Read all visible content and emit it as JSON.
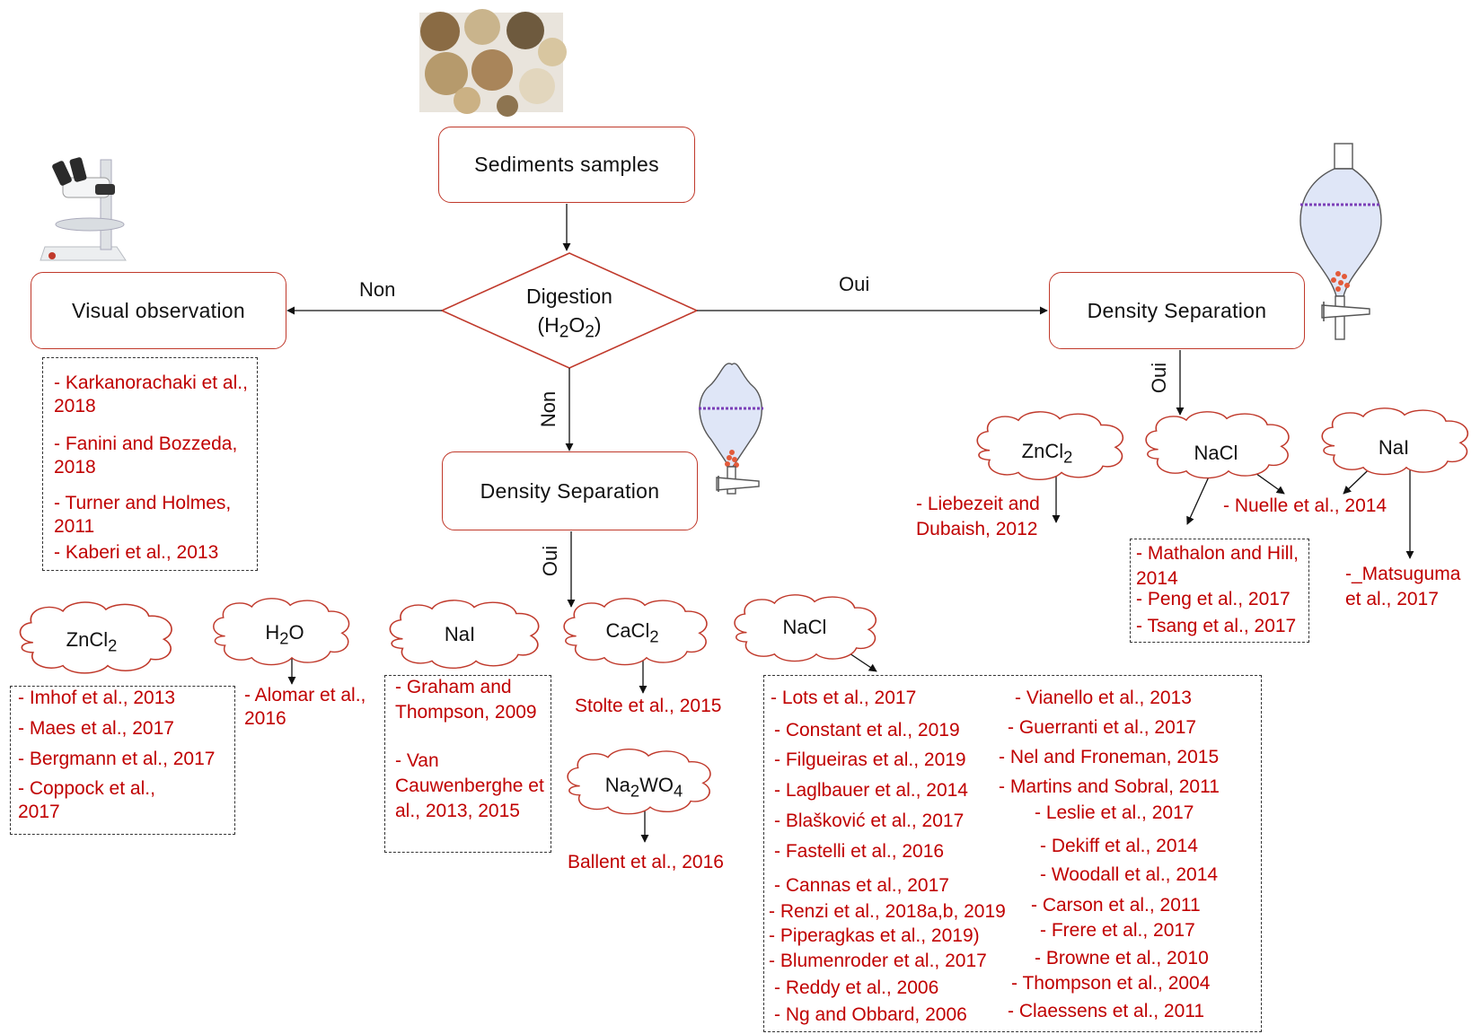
{
  "nodes": {
    "sediments": "Sediments samples",
    "visual": "Visual observation",
    "density_mid": "Density Separation",
    "density_right": "Density Separation",
    "digestion_line1": "Digestion",
    "digestion_line2_pre": "(H",
    "digestion_line2_sub1": "2",
    "digestion_line2_mid": "O",
    "digestion_line2_sub2": "2",
    "digestion_line2_post": ")"
  },
  "edges": {
    "left_non": "Non",
    "right_oui": "Oui",
    "down_non": "Non",
    "mid_oui": "Oui",
    "right_down_oui": "Oui"
  },
  "clouds": {
    "zncl2_left": {
      "pre": "ZnCl",
      "sub": "2"
    },
    "h2o": {
      "pre": "H",
      "sub": "2",
      "post": "O"
    },
    "nai_mid": "NaI",
    "cacl2": {
      "pre": "CaCl",
      "sub": "2"
    },
    "nacl_mid": "NaCl",
    "na2wo4": {
      "pre": "Na",
      "sub1": "2",
      "mid": "WO",
      "sub2": "4"
    },
    "zncl2_right": {
      "pre": "ZnCl",
      "sub": "2"
    },
    "nacl_right": "NaCl",
    "nai_right": "NaI"
  },
  "refs": {
    "visual": [
      "- Karkanorachaki et al., 2018",
      "- Fanini and Bozzeda, 2018",
      "- Turner and Holmes, 2011",
      "- Kaberi et al., 2013"
    ],
    "zncl2_left": [
      "- Imhof et al., 2013",
      "- Maes et al., 2017",
      "- Bergmann et al., 2017",
      "- Coppock et al., 2017"
    ],
    "h2o": "- Alomar et al., 2016",
    "nai_mid": [
      "- Graham and Thompson, 2009",
      "- Van Cauwenberghe et al., 2013, 2015"
    ],
    "cacl2": "Stolte et al., 2015",
    "na2wo4": "Ballent et al., 2016",
    "nacl_col1": [
      "- Lots et al., 2017",
      "- Constant et al., 2019",
      "- Filgueiras et al., 2019",
      "- Laglbauer et al., 2014",
      "- Blašković et al., 2017",
      "- Fastelli et al., 2016",
      "- Cannas et al., 2017",
      "- Renzi et al., 2018a,b, 2019",
      "- Piperagkas et al., 2019)",
      "- Blumenroder et al., 2017",
      "- Reddy et al., 2006",
      "- Ng and Obbard, 2006"
    ],
    "nacl_col2": [
      "- Vianello et al., 2013",
      "- Guerranti et al., 2017",
      "- Nel and Froneman, 2015",
      "- Martins and Sobral, 2011",
      "- Leslie et al., 2017",
      "- Dekiff et al., 2014",
      "- Woodall et al., 2014",
      "- Carson et al., 2011",
      "- Frere et al., 2017",
      "- Browne et al., 2010",
      "- Thompson et al., 2004",
      "- Claessens et al., 2011"
    ],
    "zncl2_right": "- Liebezeit and Dubaish, 2012",
    "nuelle": "- Nuelle et al., 2014",
    "nacl_right_box": [
      "-  Mathalon and Hill, 2014",
      "- Peng et al., 2017",
      "- Tsang et al., 2017"
    ],
    "matsuguma": "-_Matsuguma et al., 2017"
  },
  "colors": {
    "node_border": "#c0392b",
    "ref_text": "#c00000",
    "arrow": "#111111"
  }
}
